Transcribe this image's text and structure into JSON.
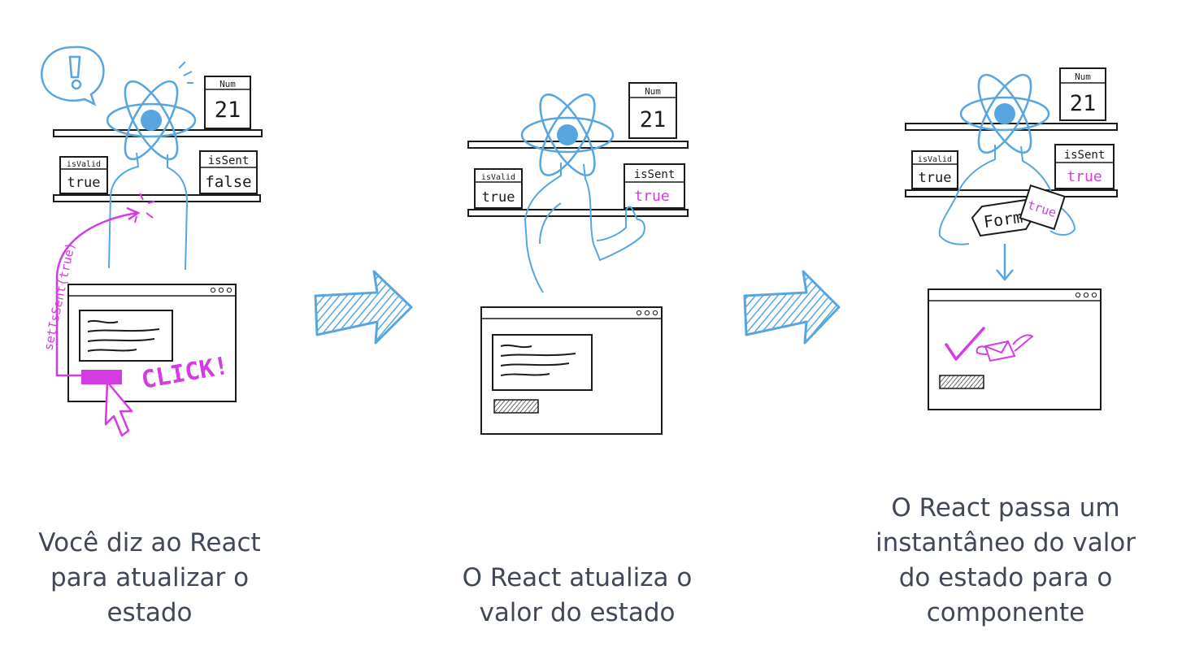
{
  "colors": {
    "blue": "#58a6e0",
    "magenta": "#d53be3",
    "ink": "#1b1b1b",
    "caption": "#404756",
    "background": "#ffffff"
  },
  "panels": [
    {
      "caption": [
        "Você diz ao React",
        "para atualizar o",
        "estado"
      ],
      "shelf": {
        "num_label": "Num",
        "num_value": "21",
        "isvalid_label": "isValid",
        "isvalid_value": "true",
        "issent_label": "isSent",
        "issent_value": "false"
      },
      "setter_call": "setIsSent(true)",
      "click_label": "CLICK!",
      "icons": [
        "exclamation-speech-bubble-icon",
        "react-atom-icon",
        "mouse-cursor-icon"
      ]
    },
    {
      "caption": [
        "O React atualiza o",
        "valor do estado"
      ],
      "shelf": {
        "num_label": "Num",
        "num_value": "21",
        "isvalid_label": "isValid",
        "isvalid_value": "true",
        "issent_label": "isSent",
        "issent_value": "true"
      },
      "icons": [
        "react-atom-icon"
      ]
    },
    {
      "caption": [
        "O React passa um",
        "instantâneo do valor",
        "do estado para o",
        "componente"
      ],
      "shelf": {
        "num_label": "Num",
        "num_value": "21",
        "isvalid_label": "isValid",
        "isvalid_value": "true",
        "issent_label": "isSent",
        "issent_value": "true"
      },
      "form_label": "Form",
      "snapshot_value": "true",
      "icons": [
        "react-atom-icon",
        "checkmark-icon",
        "winged-envelope-icon"
      ]
    }
  ]
}
